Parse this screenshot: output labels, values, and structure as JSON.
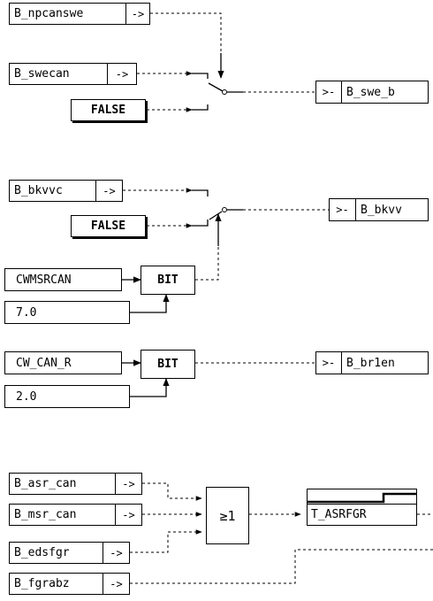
{
  "signals": {
    "npcanswe": "B_npcanswe",
    "swecan": "B_swecan",
    "swe_b": "B_swe_b",
    "bkvvc": "B_bkvvc",
    "bkvv": "B_bkvv",
    "cwmsrcan": "CWMSRCAN",
    "cw_can_r": "CW_CAN_R",
    "br1en": "B_br1en",
    "asr_can": "B_asr_can",
    "msr_can": "B_msr_can",
    "edsfgr": "B_edsfgr",
    "fgrabz": "B_fgrabz",
    "t_asrfgr": "T_ASRFGR"
  },
  "constants": {
    "false1": "FALSE",
    "false2": "FALSE",
    "bitpos1": "7.0",
    "bitpos2": "2.0"
  },
  "blocks": {
    "bit1": "BIT",
    "bit2": "BIT",
    "or": "≥1"
  },
  "arrows": {
    "out": "->",
    "in": ">-"
  }
}
